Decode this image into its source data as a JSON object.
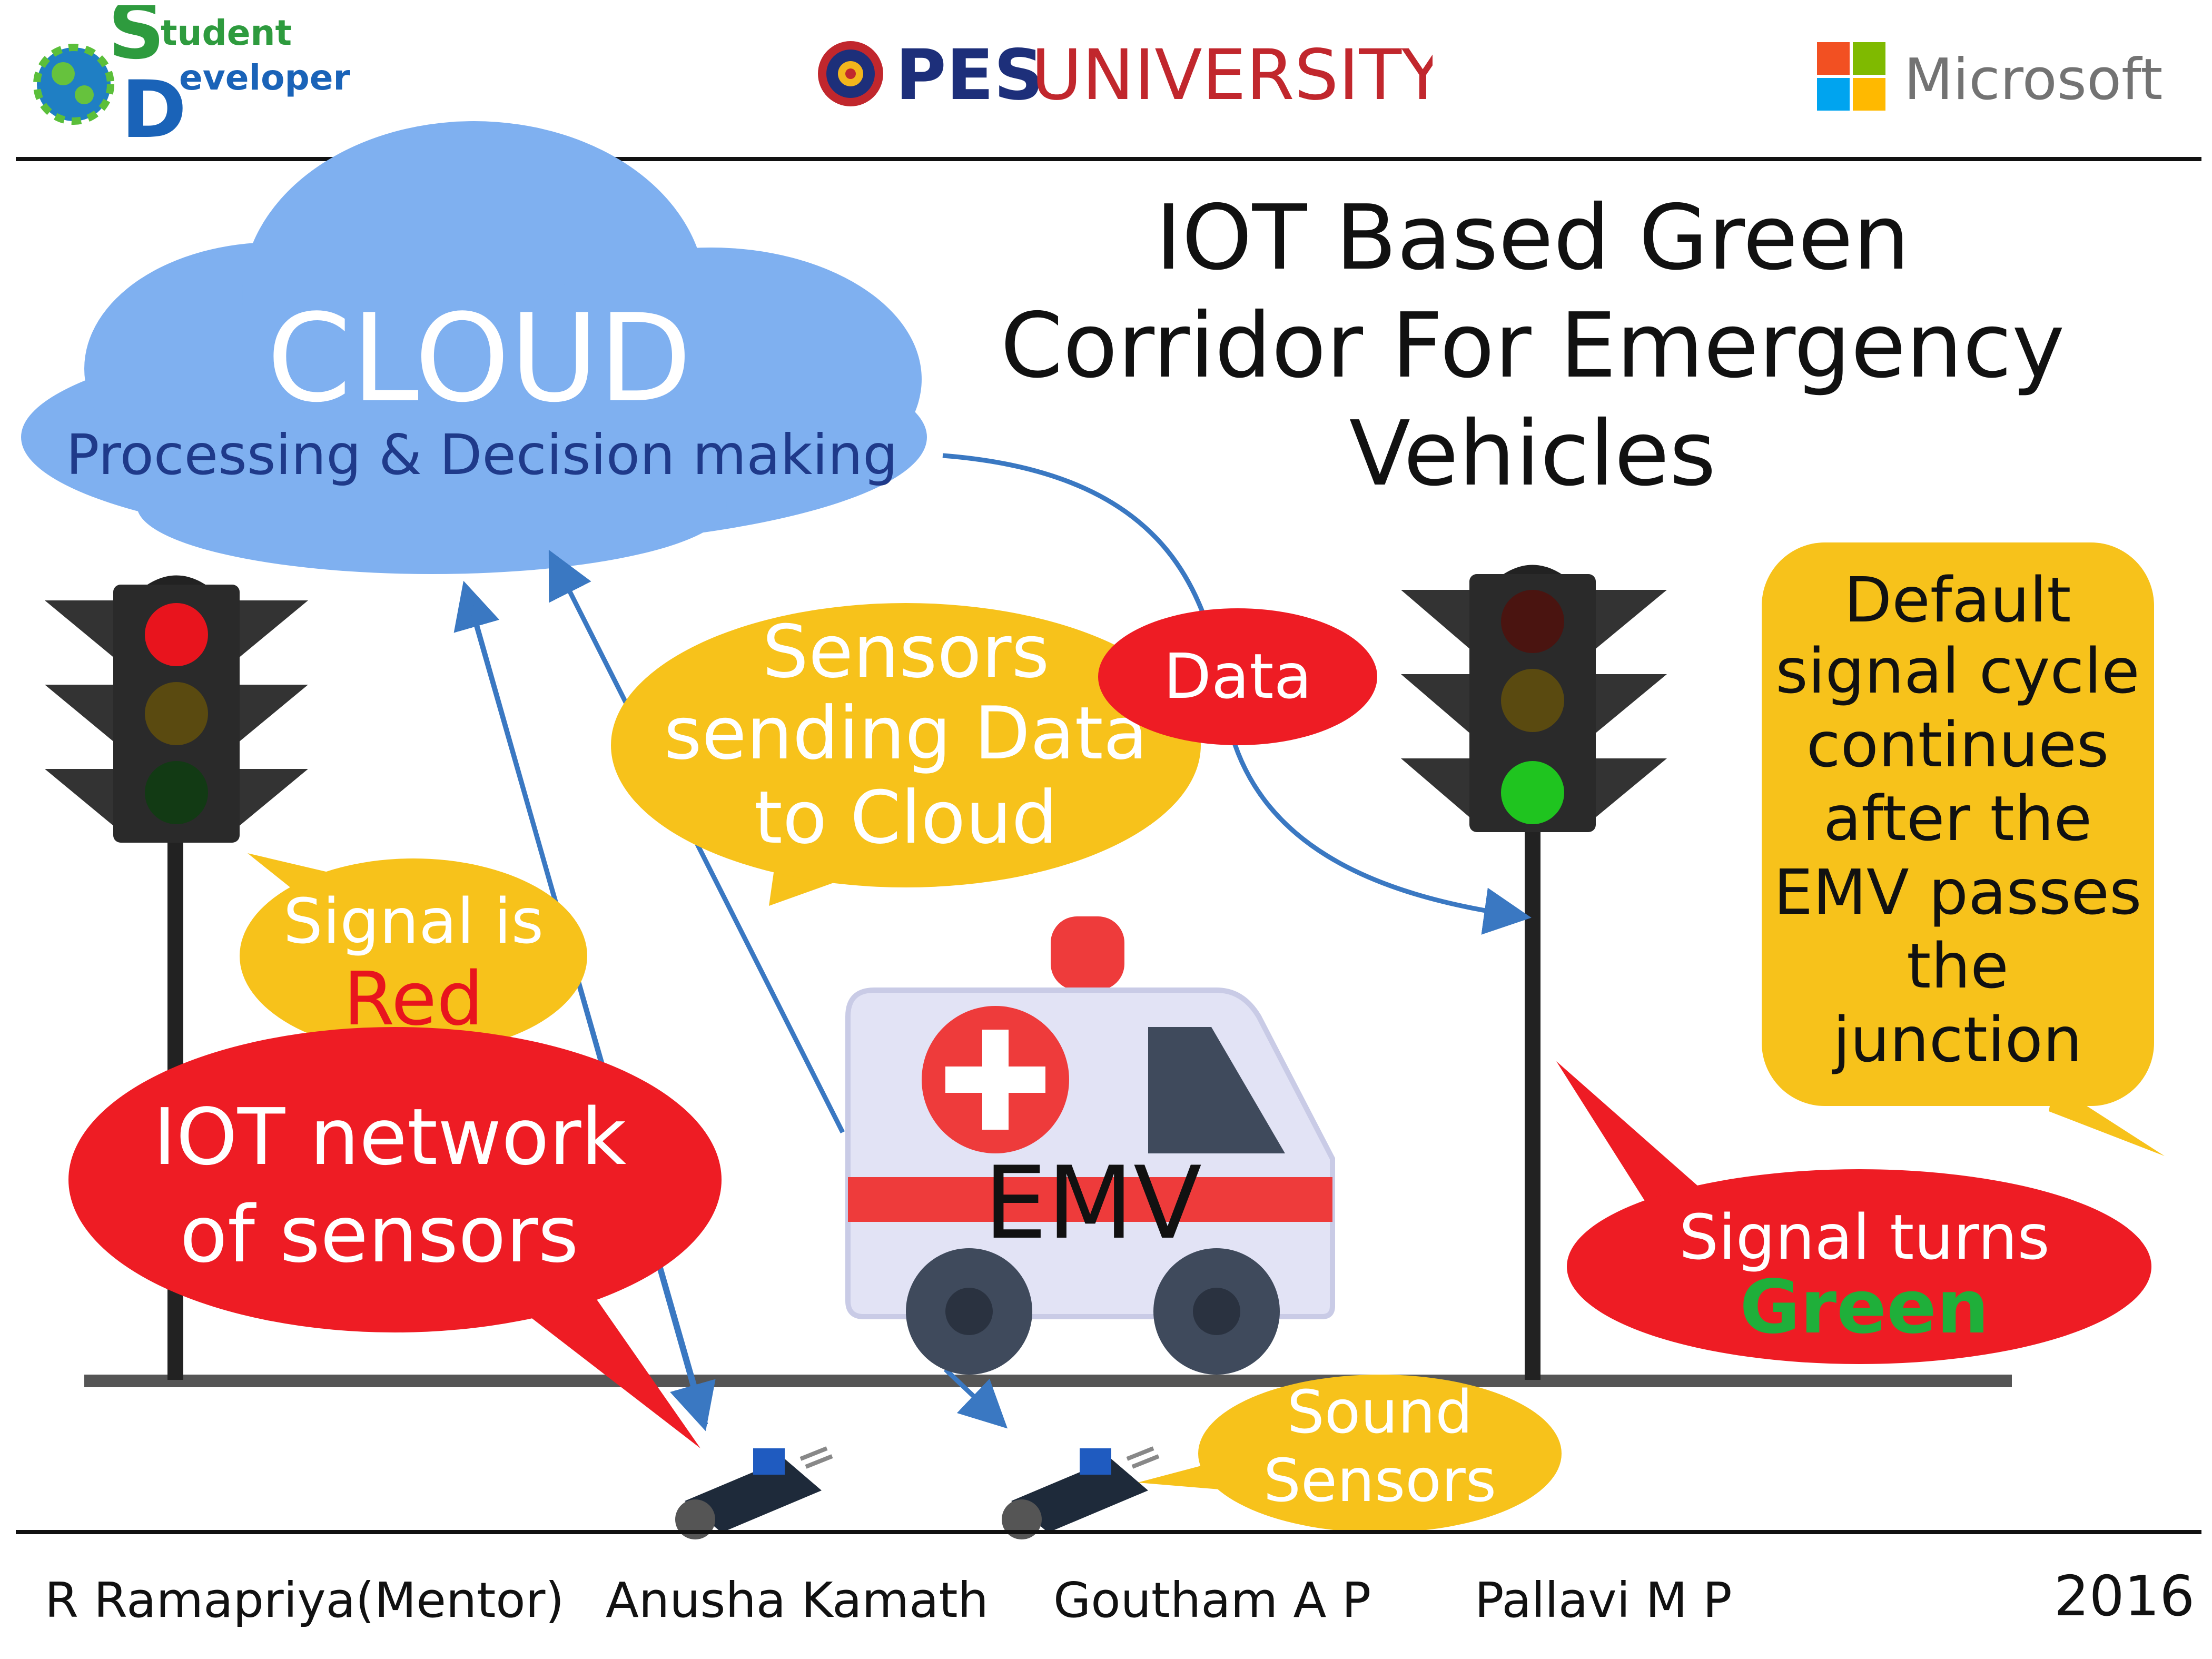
{
  "header": {
    "student_developer_logo": {
      "line1": "Student",
      "line2": "Developer",
      "letter_s": "S",
      "letter_d": "D",
      "rest1": "tudent",
      "rest2": "eveloper"
    },
    "university_logo": {
      "pes": "PES",
      "university": "UNIVERSITY"
    },
    "microsoft_logo": {
      "text": "Microsoft"
    }
  },
  "title": {
    "line1": "IOT Based Green",
    "line2": "Corridor For Emergency",
    "line3": "Vehicles"
  },
  "cloud": {
    "heading": "CLOUD",
    "subheading": "Processing & Decision making"
  },
  "bubbles": {
    "sensors_sending": {
      "line1": "Sensors",
      "line2": "sending Data",
      "line3": "to Cloud"
    },
    "data": "Data",
    "signal_red": {
      "line1": "Signal is",
      "line2": "Red"
    },
    "iot_network": {
      "line1": "IOT network",
      "line2": "of sensors"
    },
    "default_cycle": {
      "lines": [
        "Default",
        "signal cycle",
        "continues",
        "after the",
        "EMV passes",
        "the",
        "junction"
      ]
    },
    "signal_green": {
      "line1": "Signal turns",
      "line2": "Green"
    },
    "sound_sensors": {
      "line1": "Sound",
      "line2": "Sensors"
    }
  },
  "vehicle": {
    "label": "EMV"
  },
  "traffic_lights": {
    "left": {
      "active": "red"
    },
    "right": {
      "active": "green"
    }
  },
  "colors": {
    "cloud": "#7fb0f0",
    "yellow_bubble": "#f7c21b",
    "red_bubble": "#ee1c24",
    "arrow": "#3a78c2",
    "light_red": "#e8141d",
    "light_green": "#1fc41f",
    "text_green": "#1faf3a"
  },
  "footer": {
    "names": [
      "R Ramapriya(Mentor)",
      "Anusha Kamath",
      "Goutham A P",
      "Pallavi M P"
    ],
    "year": "2016"
  }
}
